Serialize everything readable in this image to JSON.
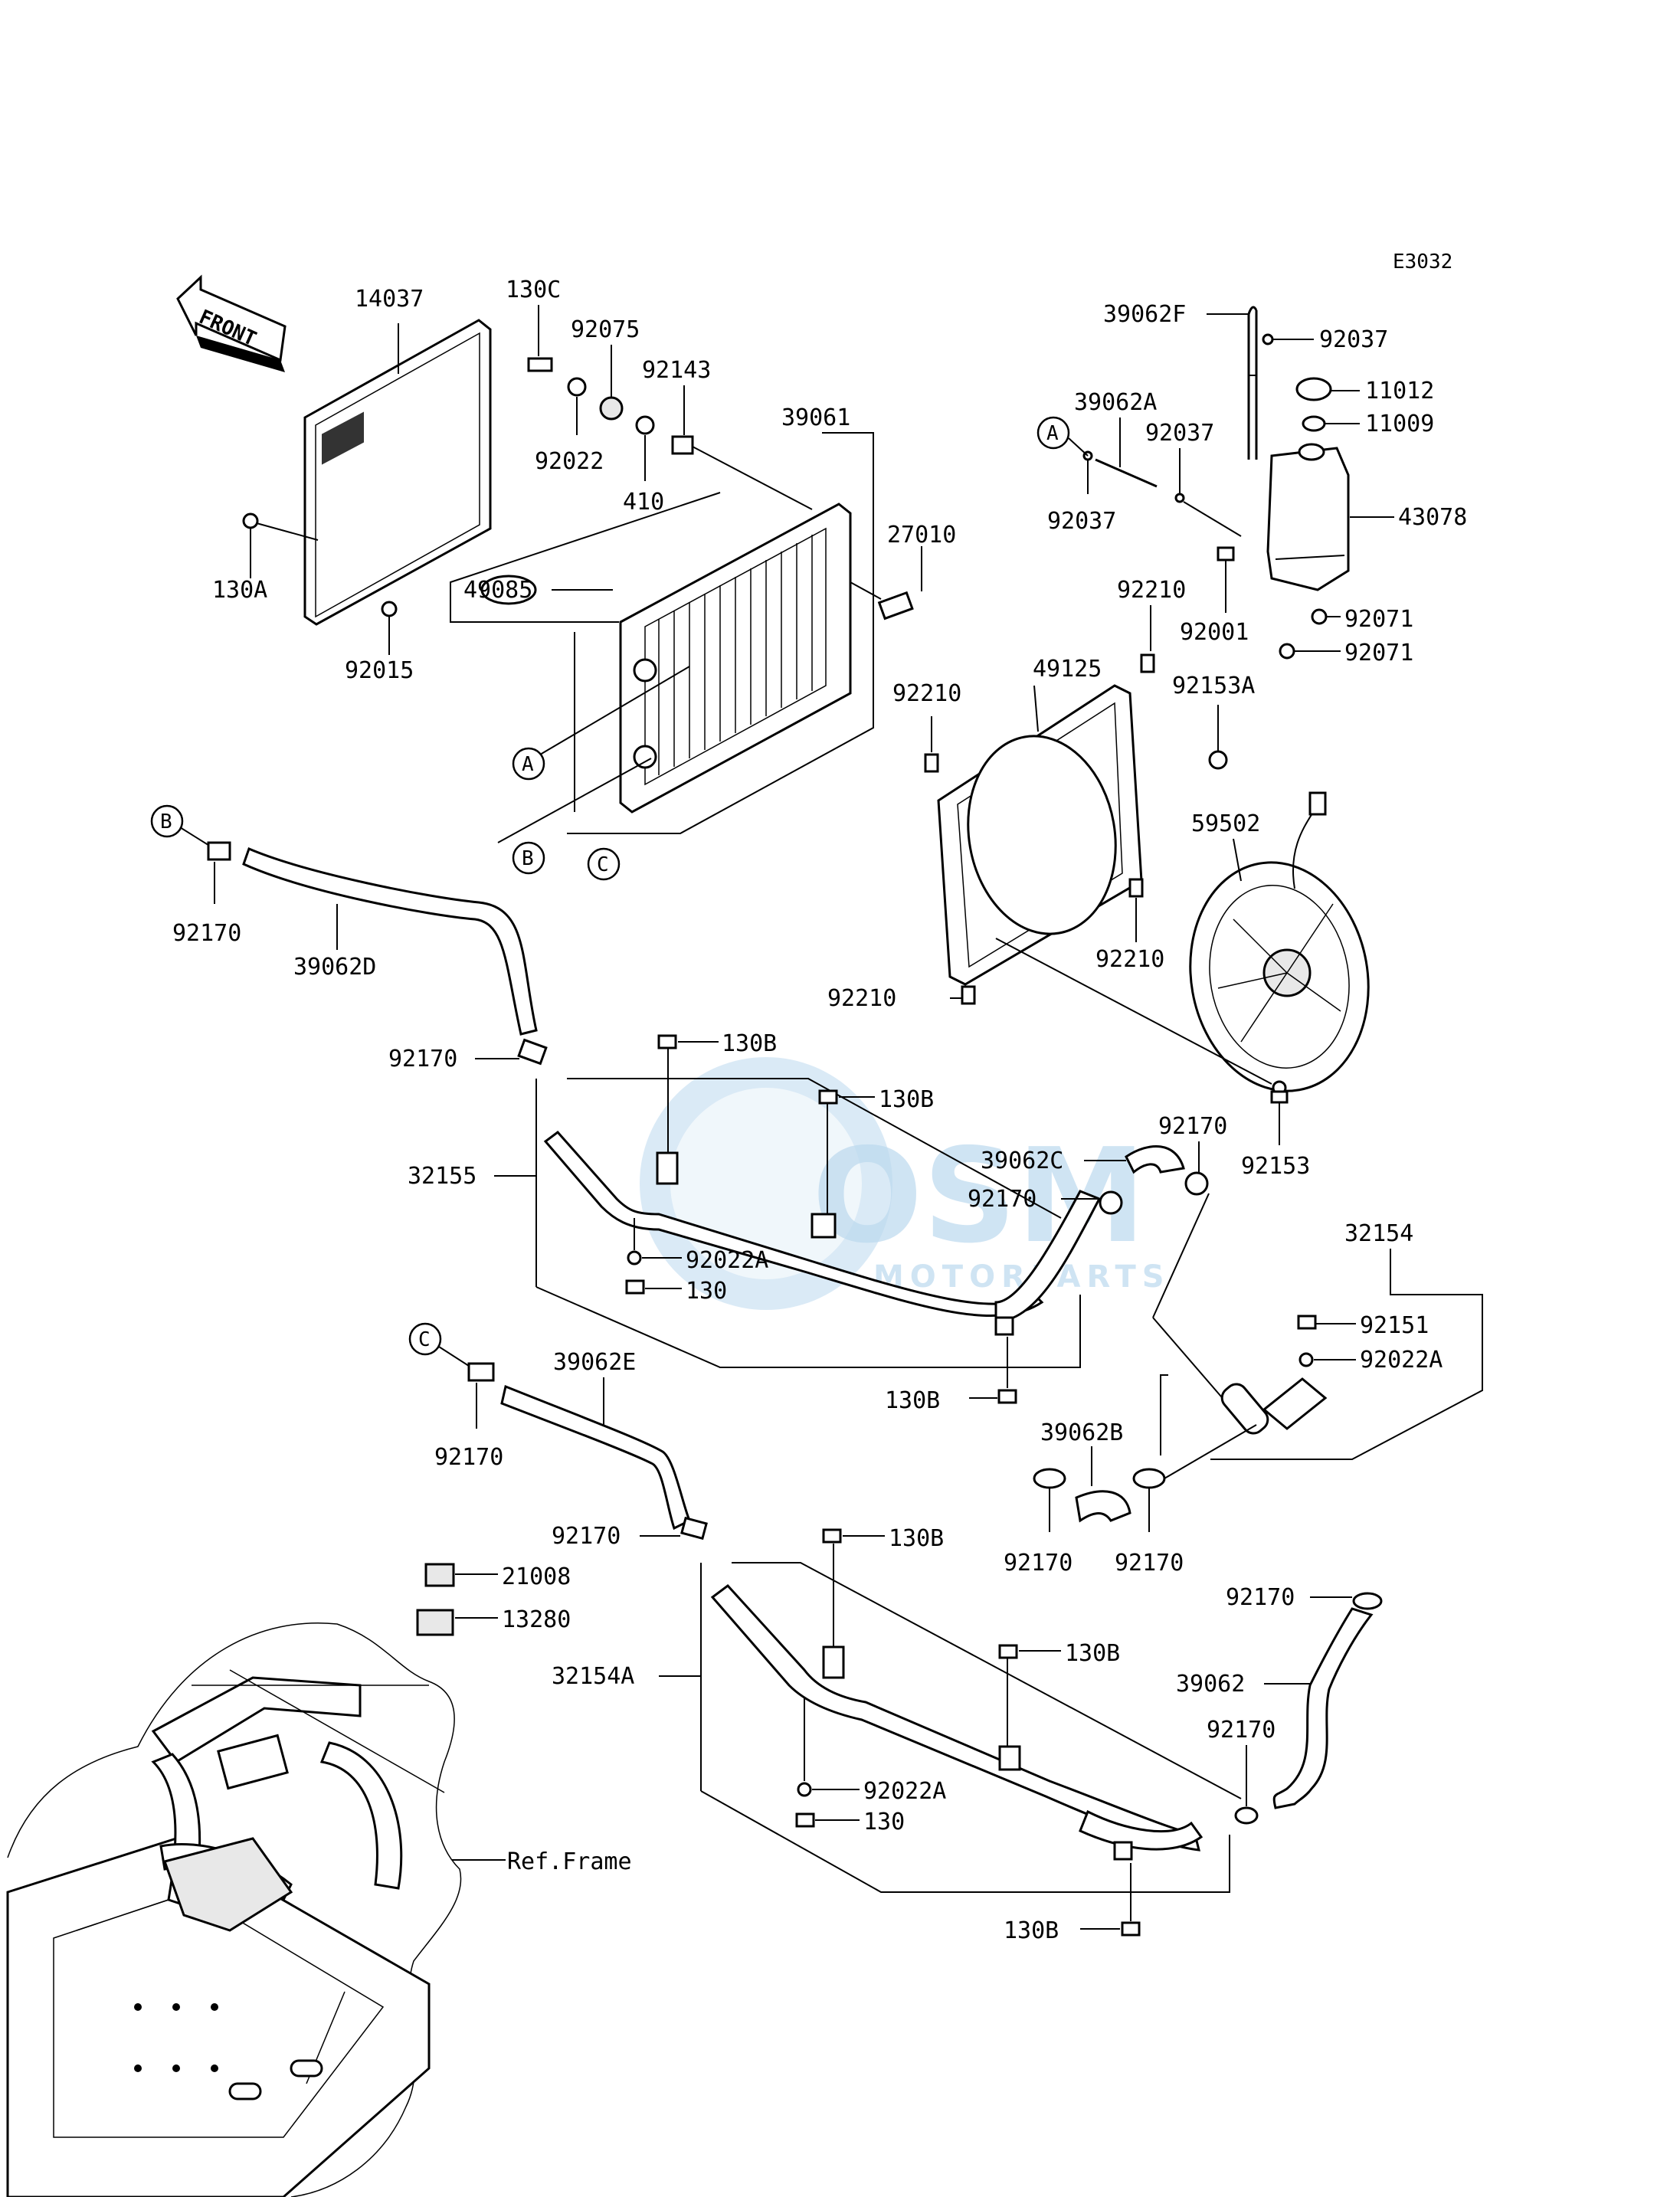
{
  "diagram_code": "E3032",
  "front_label": "FRONT",
  "ref_frame_label": "Ref.Frame",
  "watermark": {
    "brand": "OSM",
    "tagline": "MOTORPARTS"
  },
  "callouts": {
    "a": "A",
    "b": "B",
    "c": "C"
  },
  "parts": {
    "p14037": "14037",
    "p130C": "130C",
    "p92075": "92075",
    "p92143": "92143",
    "p39061": "39061",
    "p92022_top": "92022",
    "p410": "410",
    "p130A": "130A",
    "p92015": "92015",
    "p49085": "49085",
    "p27010": "27010",
    "p39062F": "39062F",
    "p92037_a": "92037",
    "p11012": "11012",
    "p11009": "11009",
    "p39062A": "39062A",
    "p92037_b": "92037",
    "p92037_c": "92037",
    "p43078": "43078",
    "p92001": "92001",
    "p92071_a": "92071",
    "p92071_b": "92071",
    "p92210_a": "92210",
    "p49125": "49125",
    "p92153A": "92153A",
    "p92210_b": "92210",
    "p59502": "59502",
    "p92210_c": "92210",
    "p92210_d": "92210",
    "p92170_b": "92170",
    "p39062D": "39062D",
    "p92170_mid": "92170",
    "p130B_1": "130B",
    "p130B_2": "130B",
    "p92170_r": "92170",
    "p92153": "92153",
    "p39062C": "39062C",
    "p92170_rc": "92170",
    "p32155": "32155",
    "p92022A_1": "92022A",
    "p130_1": "130",
    "p32154": "32154",
    "p92151": "92151",
    "p92022A_2": "92022A",
    "p130B_3": "130B",
    "p92170_c": "92170",
    "p39062E": "39062E",
    "p39062B": "39062B",
    "p92170_e": "92170",
    "p130B_4": "130B",
    "p92170_b1": "92170",
    "p92170_b2": "92170",
    "p21008": "21008",
    "p13280": "13280",
    "p92170_39062": "92170",
    "p130B_5": "130B",
    "p32154A": "32154A",
    "p39062": "39062",
    "p92170_low": "92170",
    "p92022A_3": "92022A",
    "p130_2": "130",
    "p130B_6": "130B"
  }
}
